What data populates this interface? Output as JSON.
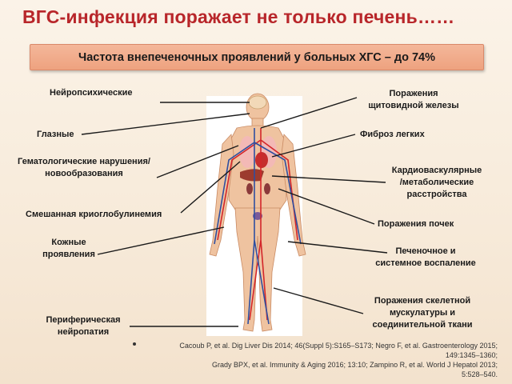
{
  "title": "ВГС-инфекция поражает не только печень……",
  "banner": "Частота внепеченочных проявлений у больных ХГС – до 74%",
  "labels": {
    "neuropsych": "Нейропсихические",
    "eye": "Глазные",
    "hema_1": "Гематологические нарушения/",
    "hema_2": "новообразования",
    "cryo": "Смешанная криоглобулинемия",
    "skin_1": "Кожные",
    "skin_2": "проявления",
    "periph_1": "Периферическая",
    "periph_2": "нейропатия",
    "thyroid_1": "Поражения",
    "thyroid_2": "щитовидной железы",
    "lung": "Фиброз легких",
    "cardio_1": "Кардиоваскулярные",
    "cardio_2": "/метаболические",
    "cardio_3": "расстройства",
    "kidney": "Поражения почек",
    "liver_1": "Печеночное и",
    "liver_2": "системное воспаление",
    "muscle_1": "Поражения скелетной",
    "muscle_2": "мускулатуры  и",
    "muscle_3": "соединительной ткани"
  },
  "references": {
    "line1": "Cacoub P, et al. Dig Liver Dis 2014; 46(Suppl 5):S165–S173; Negro F, et al. Gastroenterology 2015;",
    "line2": "149:1345–1360;",
    "line3": "Grady BPX, et al. Immunity & Aging 2016; 13:10; Zampino R, et al. World J Hepatol 2013;",
    "line4": "5:528–540."
  },
  "colors": {
    "title": "#b8262a",
    "banner": "#eea27f",
    "artery": "#d3262a",
    "vein": "#2f4fa0",
    "skin": "#efc3a0"
  }
}
